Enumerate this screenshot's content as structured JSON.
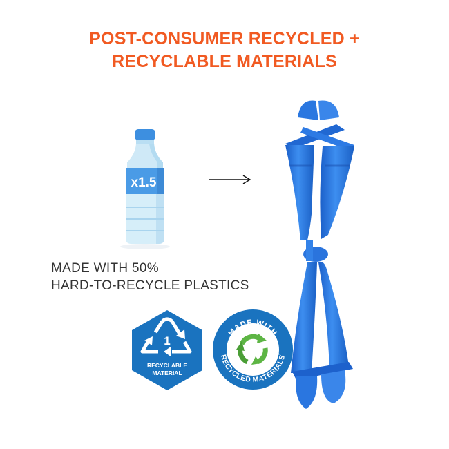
{
  "headline": {
    "line1": "POST-CONSUMER RECYCLED +",
    "line2": "RECYCLABLE MATERIALS",
    "color": "#f15a22"
  },
  "bottle": {
    "icon": "water-bottle-icon",
    "label": "x1.5",
    "cap_color": "#3d8fe0",
    "label_color": "#4a9be6"
  },
  "arrow": {
    "icon": "arrow-right-icon"
  },
  "caption": {
    "line1": "MADE WITH 50%",
    "line2": "HARD-TO-RECYCLE PLASTICS"
  },
  "recyclable_badge": {
    "icon": "recycle-triangle-1-icon",
    "code": "1",
    "line1": "RECYCLABLE",
    "line2": "MATERIAL",
    "color": "#1a73bf"
  },
  "recycled_badge": {
    "icon": "recycle-arrows-icon",
    "top_text": "MADE WITH",
    "bottom_text": "RECYCLED MATERIALS",
    "ring_color": "#1a73bf",
    "arrow_color": "#5db544"
  },
  "product": {
    "name": "glove-clip",
    "color": "#1e6fd6"
  }
}
